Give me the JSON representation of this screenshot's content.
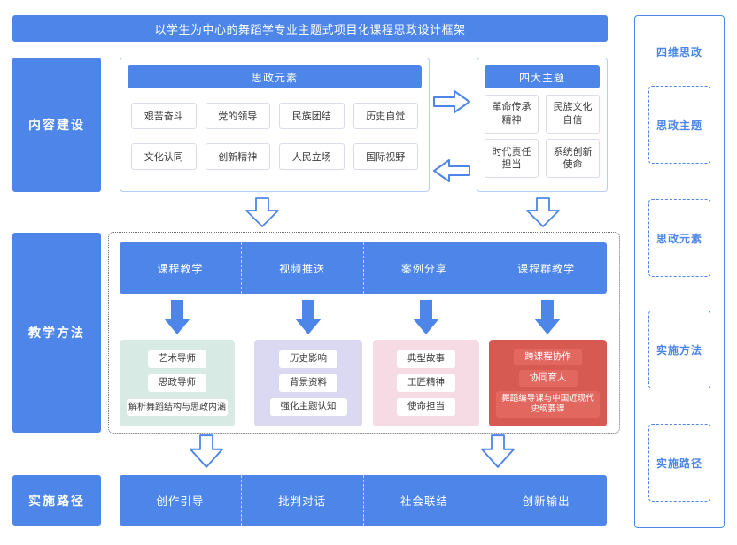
{
  "page_title": "以学生为中心的舞蹈学专业主题式项目化课程思政设计框架",
  "left_labels": {
    "content": "内容建设",
    "methods": "教学方法",
    "path": "实施路径"
  },
  "elements_panel": {
    "header": "思政元素",
    "items": [
      "艰苦奋斗",
      "党的领导",
      "民族团结",
      "历史自觉",
      "文化认同",
      "创新精神",
      "人民立场",
      "国际视野"
    ]
  },
  "themes_panel": {
    "header": "四大主题",
    "items": [
      "革命传承精神",
      "民族文化自信",
      "时代责任担当",
      "系统创新使命"
    ]
  },
  "teaching": {
    "columns": [
      "课程教学",
      "视频推送",
      "案例分享",
      "课程群教学"
    ],
    "panels": [
      {
        "items": [
          "艺术导师",
          "思政导师",
          "解析舞蹈结构与思政内涵"
        ]
      },
      {
        "items": [
          "历史影响",
          "背景资料",
          "强化主题认知"
        ]
      },
      {
        "items": [
          "典型故事",
          "工匠精神",
          "使命担当"
        ]
      },
      {
        "items": [
          "跨课程协作",
          "协同育人",
          "舞蹈编导课与中国近现代史纲要课"
        ]
      }
    ]
  },
  "bottom_bar": {
    "items": [
      "创作引导",
      "批判对话",
      "社会联结",
      "创新输出"
    ]
  },
  "sidebar": {
    "title": "四维思政",
    "items": [
      "思政主题",
      "思政元素",
      "实施方法",
      "实施路径"
    ]
  },
  "colors": {
    "primary_blue": "#4d86e8",
    "panel_border": "#b5cef4",
    "teal_panel": "#d7ebe4",
    "purple_panel": "#dbd8f2",
    "pink_panel": "#f6dae4",
    "red_panel": "#d65a52",
    "red_item": "#e2675f"
  },
  "icons": {
    "flow_right_icon": "hollow block arrow pointing right",
    "flow_left_icon": "hollow block arrow pointing left",
    "flow_down_icon": "hollow block arrow pointing down",
    "solid_down_icon": "solid block arrow pointing down"
  }
}
